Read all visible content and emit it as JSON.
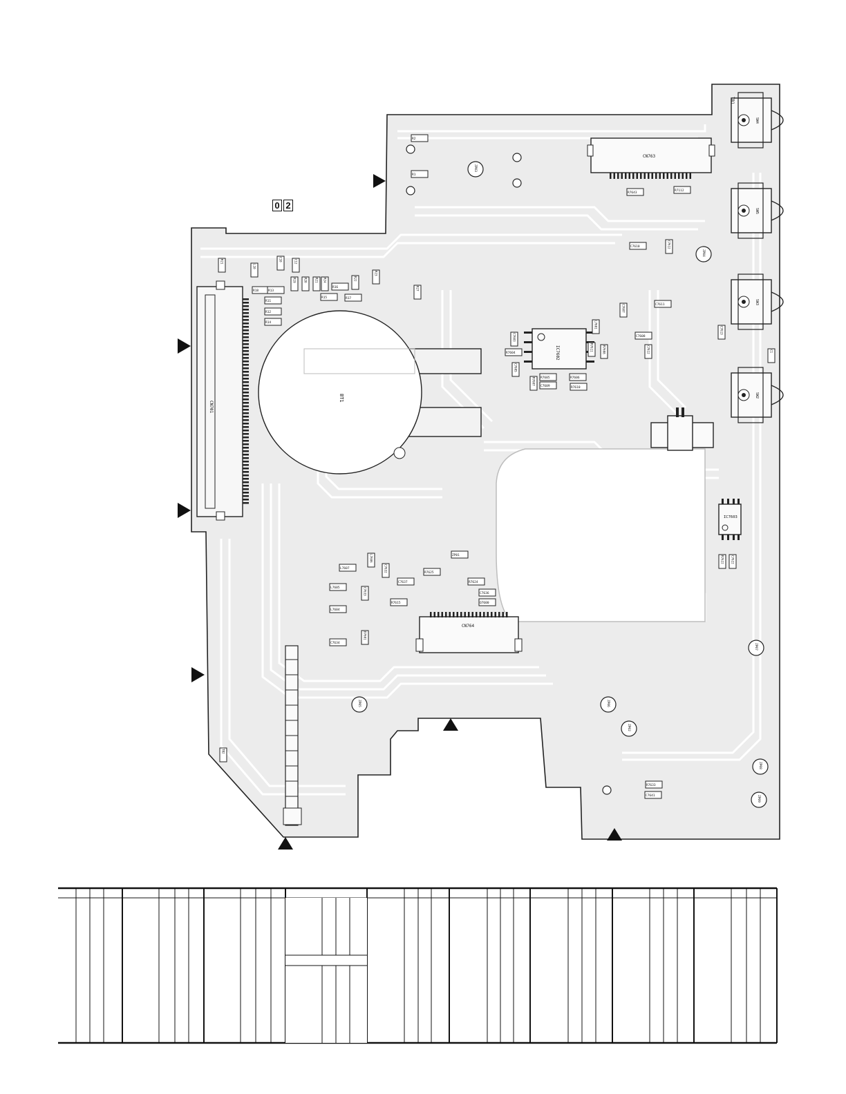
{
  "page_marker": {
    "digit1": "0",
    "digit2": "2"
  },
  "board": {
    "battery_label": "BT1",
    "connector_left_label": "CN701",
    "connector_top_label": "CN763",
    "connector_bottom_label": "CN764",
    "ic_center_label": "IC7602",
    "ic_right_label": "IC7603",
    "jack_labels": [
      "SW4",
      "SW5",
      "SW3",
      "SW2"
    ],
    "top_right_label": "TB1"
  },
  "components": [
    "R2",
    "R1",
    "ZP03",
    "R7643",
    "R7112",
    "C7610",
    "C7612",
    "ZP04",
    "C7611",
    "C7607",
    "C7608",
    "C7612",
    "R21",
    "L10",
    "C10",
    "C12",
    "R18",
    "R19",
    "R20",
    "R21",
    "R22",
    "R23",
    "R24",
    "R13",
    "R11",
    "R12",
    "R14",
    "R16",
    "R15",
    "R17",
    "R27",
    "C7603",
    "R7604",
    "C7605",
    "L7601",
    "R7605",
    "R7606",
    "R7607",
    "R7610",
    "R7611",
    "R7608",
    "C7609",
    "L7607",
    "L7606",
    "L7605",
    "L7604",
    "C7634",
    "C7632",
    "C7633",
    "D7601",
    "C7637",
    "R7615",
    "R7625",
    "R7624",
    "C7636",
    "Q7600",
    "ZP01",
    "ZP02",
    "ZP05",
    "ZP06",
    "ZP07",
    "ZP08",
    "ZP09",
    "R7633",
    "C7641",
    "R7622",
    "C7622",
    "TB2",
    "C1",
    "C7613"
  ]
}
